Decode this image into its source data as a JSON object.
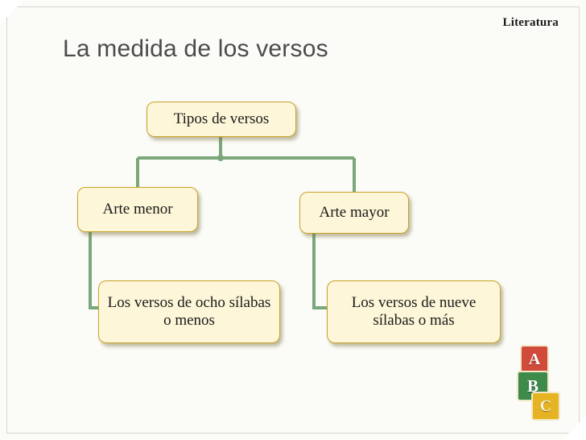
{
  "slide": {
    "header_label": "Literatura",
    "title": "La medida de los versos"
  },
  "diagram": {
    "type": "hierarchy",
    "nodes": [
      {
        "id": "root",
        "label": "Tipos de versos"
      },
      {
        "id": "menor",
        "label": "Arte menor"
      },
      {
        "id": "mayor",
        "label": "Arte mayor"
      },
      {
        "id": "ocho",
        "label": "Los versos de ocho sílabas o menos"
      },
      {
        "id": "nueve",
        "label": "Los versos de nueve sílabas o más"
      }
    ],
    "edges": [
      {
        "from": "root",
        "to": "menor"
      },
      {
        "from": "root",
        "to": "mayor"
      },
      {
        "from": "menor",
        "to": "ocho"
      },
      {
        "from": "mayor",
        "to": "nueve"
      }
    ],
    "colors": {
      "node_fill": "#fdf6d8",
      "node_border": "#c9a227",
      "connector": "#7aa87a"
    }
  },
  "decoration": {
    "blocks": [
      {
        "letter": "A",
        "color": "#d14b3a"
      },
      {
        "letter": "B",
        "color": "#3e8a4a"
      },
      {
        "letter": "C",
        "color": "#e6b422"
      }
    ]
  }
}
